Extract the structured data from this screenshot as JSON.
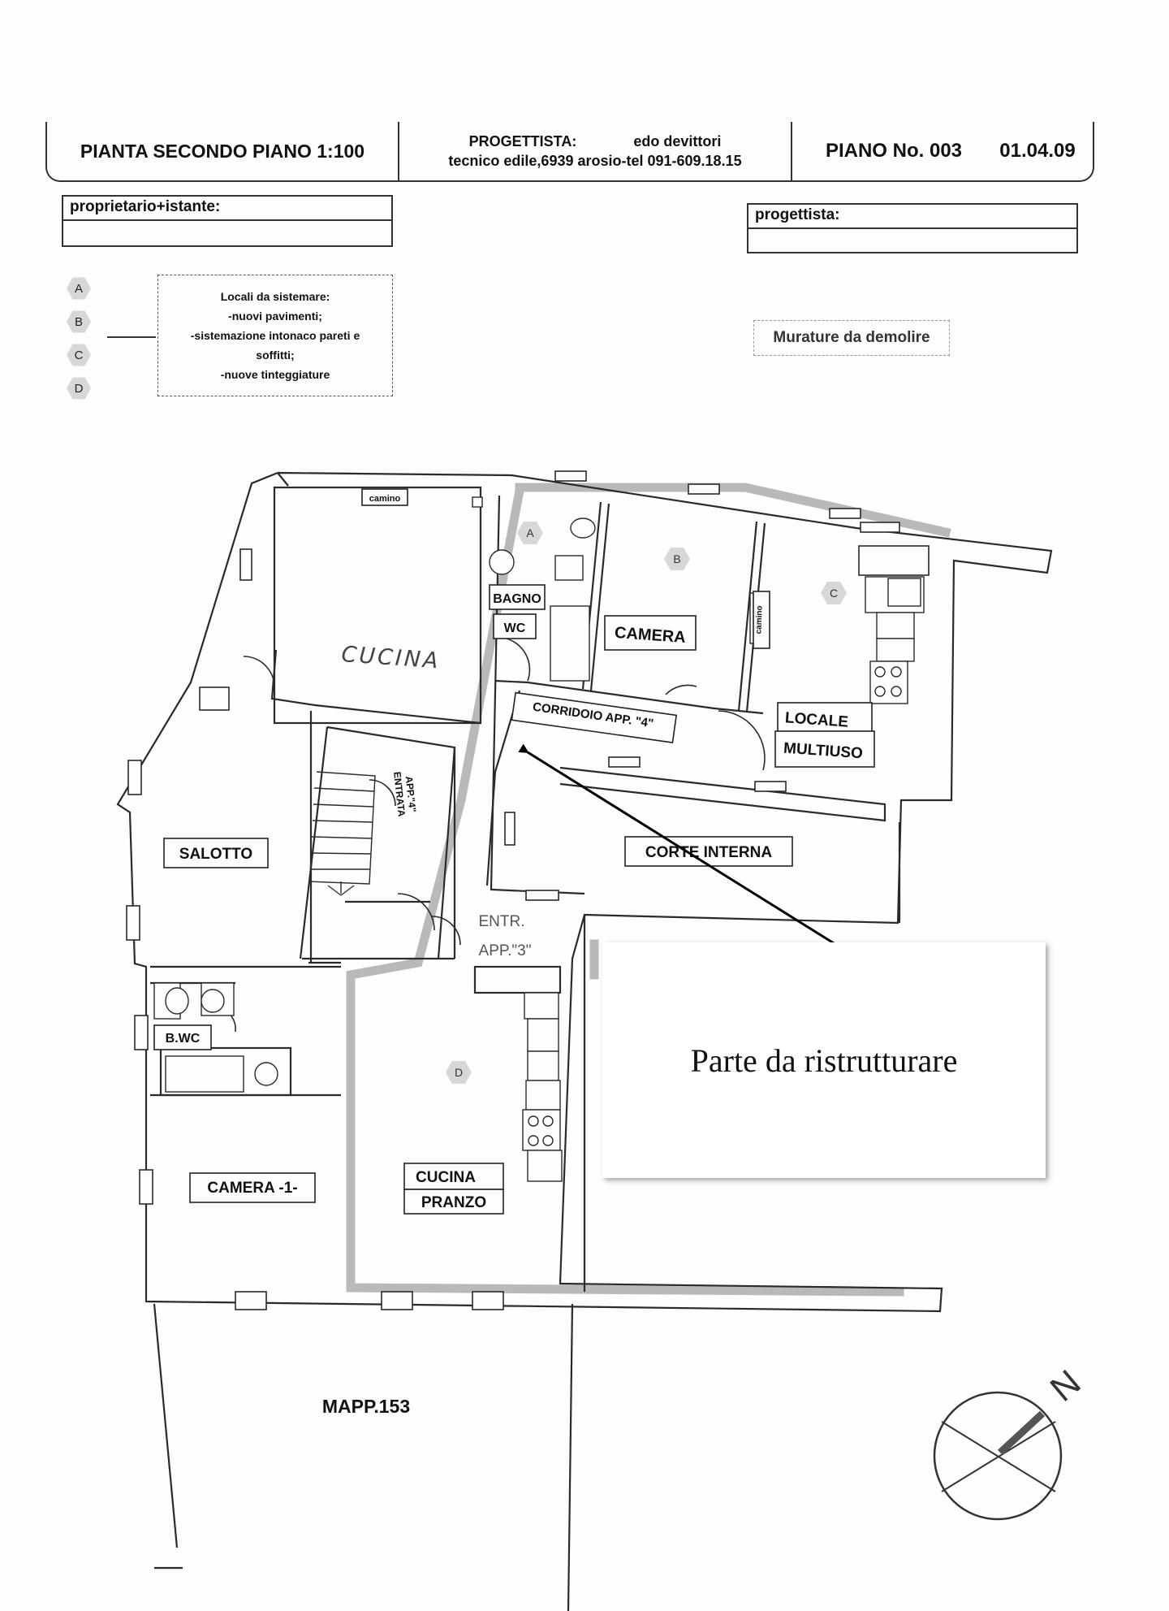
{
  "title_block": {
    "plan_title": "PIANTA SECONDO PIANO 1:100",
    "designer_label": "PROGETTISTA:",
    "designer_name": "edo devittori",
    "designer_details": "tecnico edile,6939 arosio-tel 091-609.18.15",
    "plan_number": "PIANO No. 003",
    "date": "01.04.09"
  },
  "owner_field": {
    "label": "proprietario+istante:"
  },
  "designer_field": {
    "label": "progettista:"
  },
  "legend": {
    "markers": [
      "A",
      "B",
      "C",
      "D"
    ],
    "lines": [
      "Locali da sistemare:",
      "-nuovi pavimenti;",
      "-sistemazione intonaco pareti e",
      "soffitti;",
      "-nuove tinteggiature"
    ]
  },
  "murature_label": "Murature da demolire",
  "rooms": {
    "camino_top": "camino",
    "cucina_hand": "CUCINA",
    "bagno": "BAGNO",
    "wc": "WC",
    "camera": "CAMERA",
    "camino_side": "camino",
    "locale": "LOCALE",
    "multiuso": "MULTIUSO",
    "corridoio": "CORRIDOIO APP. \"4\"",
    "entrata_line1": "ENTRATA",
    "entrata_line2": "APP.\"4\"",
    "salotto": "SALOTTO",
    "corte": "CORTE INTERNA",
    "entr3_line1": "ENTR.",
    "entr3_line2": "APP.\"3\"",
    "bwc": "B.WC",
    "camera1": "CAMERA -1-",
    "cucina2": "CUCINA",
    "pranzo": "PRANZO",
    "mapp": "MAPP.153",
    "north": "N"
  },
  "room_markers": {
    "a": "A",
    "b": "B",
    "c": "C",
    "d": "D"
  },
  "note": "Parte da ristrutturare"
}
